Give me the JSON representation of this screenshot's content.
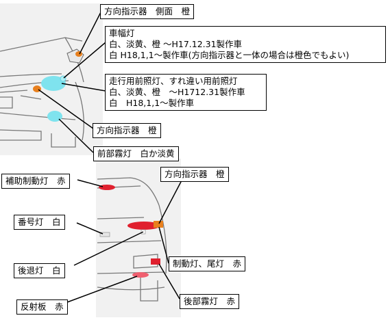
{
  "front": {
    "turn_signal_side": "方向指示器　側面　橙",
    "side_lamp": {
      "title": "車幅灯",
      "line1": "白、淡黄、橙 ～H17.12.31製作車",
      "line2": "白 H18,1,1～製作車(方向指示器と一体の場合は橙色でもよい)"
    },
    "headlamp": {
      "title": "走行用前照灯、すれ違い用前照灯",
      "line1": "白、淡黄、橙　～H1712.31製作車",
      "line2": "白　H18,1,1～製作車"
    },
    "turn_signal_front": "方向指示器　橙",
    "fog_lamp": "前部霧灯　白か淡黄"
  },
  "rear": {
    "high_stop_lamp": "補助制動灯　赤",
    "turn_signal_rear": "方向指示器　橙",
    "license_lamp": "番号灯　白",
    "reverse_lamp": "後退灯　白",
    "stop_tail_lamp": "制動灯、尾灯　赤",
    "reflector": "反射板　赤",
    "rear_fog_lamp": "後部霧灯　赤"
  },
  "colors": {
    "lamp_orange": "#e8801e",
    "lamp_cyan": "#7fe3ee",
    "lamp_red": "#e0202e",
    "lamp_pink": "#f06070",
    "photo_bg": "#f2f2f2"
  }
}
